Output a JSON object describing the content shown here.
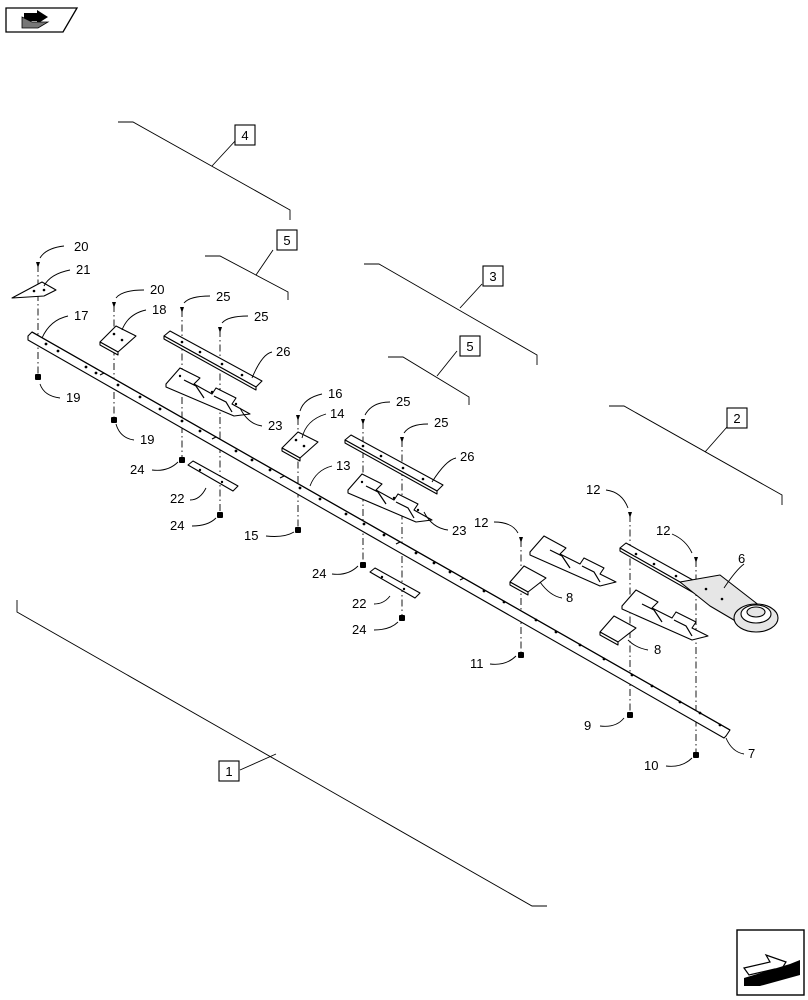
{
  "callouts": {
    "c1": "1",
    "c2": "2",
    "c3": "3",
    "c4": "4",
    "c5a": "5",
    "c5b": "5",
    "p6": "6",
    "p7": "7",
    "p8a": "8",
    "p8b": "8",
    "p9": "9",
    "p10": "10",
    "p11": "11",
    "p12a": "12",
    "p12b": "12",
    "p12c": "12",
    "p13": "13",
    "p14": "14",
    "p15": "15",
    "p16": "16",
    "p17": "17",
    "p18": "18",
    "p19a": "19",
    "p19b": "19",
    "p20a": "20",
    "p20b": "20",
    "p21": "21",
    "p22a": "22",
    "p22b": "22",
    "p23a": "23",
    "p23b": "23",
    "p24a": "24",
    "p24b": "24",
    "p24c": "24",
    "p24d": "24",
    "p25a": "25",
    "p25b": "25",
    "p25c": "25",
    "p25d": "25",
    "p26a": "26",
    "p26b": "26"
  },
  "icons": {
    "top_left": "navigate-back-icon",
    "bottom_right": "navigate-next-icon"
  }
}
